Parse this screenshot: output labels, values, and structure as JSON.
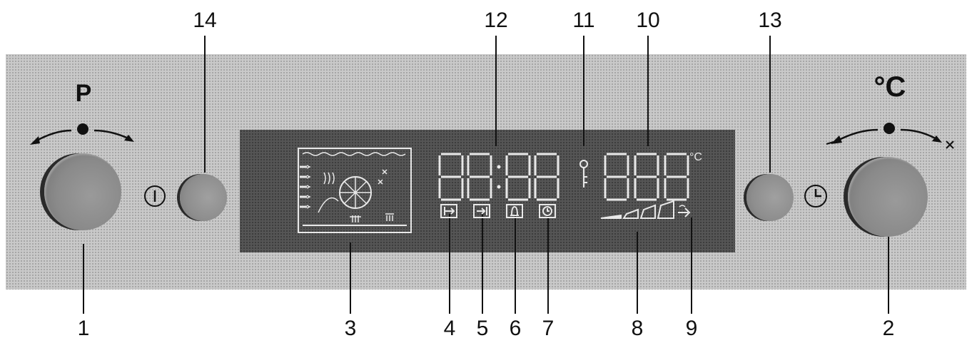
{
  "callouts": {
    "n1": "1",
    "n2": "2",
    "n3": "3",
    "n4": "4",
    "n5": "5",
    "n6": "6",
    "n7": "7",
    "n8": "8",
    "n9": "9",
    "n10": "10",
    "n11": "11",
    "n12": "12",
    "n13": "13",
    "n14": "14"
  },
  "symbols": {
    "program_letter": "P",
    "temperature_unit": "°C",
    "display_unit": "°C"
  },
  "icons": {
    "power": "power-icon",
    "clock": "clock-icon",
    "key": "key-icon",
    "oven": "oven-functions-icon",
    "cook_time": "cooking-time-icon",
    "end_time": "end-time-icon",
    "alarm": "bell-icon",
    "clock_mode": "clock-mode-icon",
    "heat_bars": "heat-indicator-bars",
    "fast_heat": "fast-heat-arrow-icon"
  },
  "colors": {
    "panel": "#c9c9c9",
    "display": "#555555",
    "segments": "#e8e8e8"
  }
}
